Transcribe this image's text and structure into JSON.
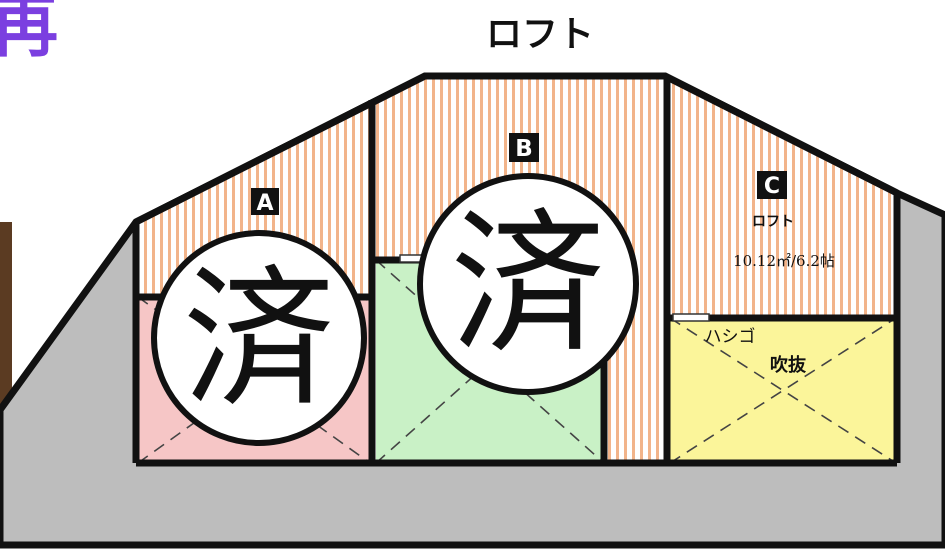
{
  "header": {
    "title": "ロフト",
    "corner_text": "再",
    "corner_color": "#7b3fe0"
  },
  "rooms": [
    {
      "id": "A",
      "label": "A",
      "status": "済"
    },
    {
      "id": "B",
      "label": "B",
      "status": "済"
    },
    {
      "id": "C",
      "label": "C",
      "type": "ロフト",
      "area": "10.12㎡/6.2帖"
    }
  ],
  "annotations": {
    "ladder": "ハシゴ",
    "void": "吹抜"
  },
  "colors": {
    "stripe": "#f2b48a",
    "floor_gray": "#bdbdbd",
    "area_a": "#f6c6c6",
    "area_b": "#c9f1c6",
    "area_void": "#fbf59a",
    "wall": "#111111",
    "seal_border": "#111111"
  }
}
